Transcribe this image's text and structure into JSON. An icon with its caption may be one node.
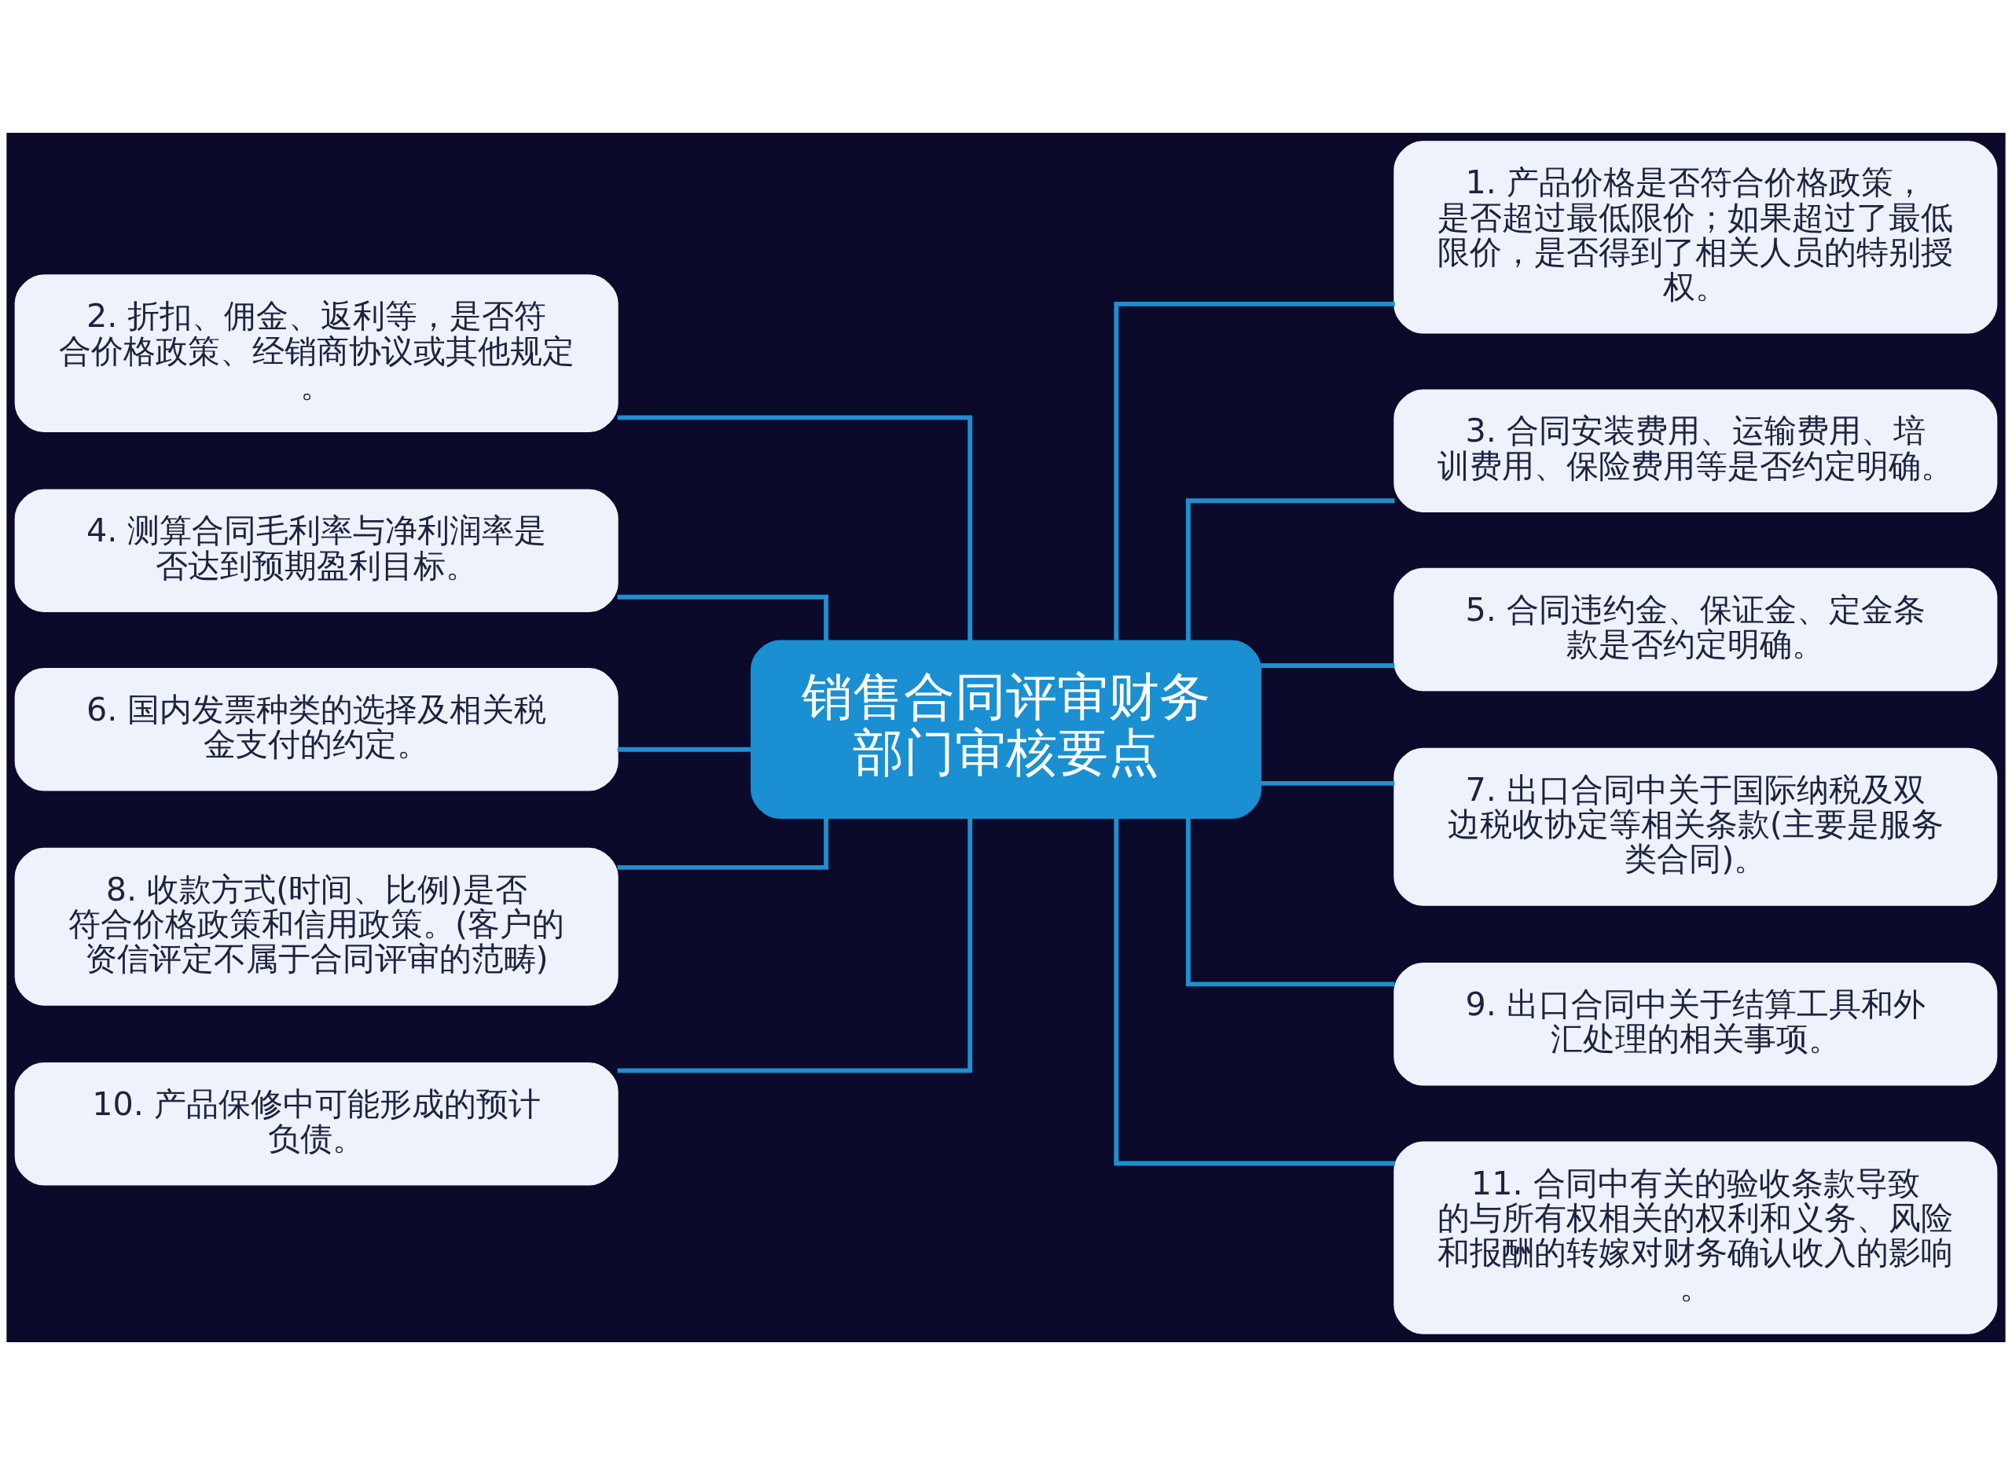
{
  "diagram": {
    "nodes": [
      {
        "text": [
          "销售合同评审财务部门审核要点"
        ]
      },
      {
        "text": [
          "1. 产品价格是否符合价格政策，是否超过最低限价；如果超过了最低限价，是否得到了相关人员的特别授权。"
        ]
      },
      {
        "text": [
          "2. 折扣、佣金、返利等，是否符合价格政策、经销商协议或其他规定。"
        ]
      },
      {
        "text": [
          "3. 合同安装费用、运输费用、培训费用、保险费用等是否约定明确。"
        ]
      },
      {
        "text": [
          "4. 测算合同毛利率与净利润率是否达到预期盈利目标。"
        ]
      },
      {
        "text": [
          "5. 合同违约金、保证金、定金条款是否约定明确。"
        ]
      },
      {
        "text": [
          "6. 国内发票种类的选择及相关税金支付的约定。"
        ]
      },
      {
        "text": [
          "7. 出口合同中关于国际纳税及双边税收协定等相关条款(主要是服务类合同)。"
        ]
      },
      {
        "text": [
          "8. 收款方式(时间、比例)是否符合价格政策和信用政策。(客户的资信评定不属于合同评审的范畴)"
        ]
      },
      {
        "text": [
          "9. 出口合同中关于结算工具和外汇处理的相关事项。"
        ]
      },
      {
        "text": [
          "10. 产品保修中可能形成的预计负债。"
        ]
      },
      {
        "text": [
          "11. 合同中有关的验收条款导致的与所有权相关的权利和义务、风险和报酬的转嫁对财务确认收入的影响。"
        ]
      }
    ],
    "edges": [
      {
        "from": 0,
        "to": 1,
        "arrow": "none"
      },
      {
        "from": 0,
        "to": 2,
        "arrow": "none"
      },
      {
        "from": 0,
        "to": 3,
        "arrow": "none"
      },
      {
        "from": 0,
        "to": 4,
        "arrow": "none"
      },
      {
        "from": 0,
        "to": 5,
        "arrow": "none"
      },
      {
        "from": 0,
        "to": 6,
        "arrow": "none"
      },
      {
        "from": 0,
        "to": 7,
        "arrow": "none"
      },
      {
        "from": 0,
        "to": 8,
        "arrow": "none"
      },
      {
        "from": 0,
        "to": 9,
        "arrow": "none"
      },
      {
        "from": 0,
        "to": 10,
        "arrow": "none"
      },
      {
        "from": 0,
        "to": 11,
        "arrow": "none"
      }
    ]
  }
}
